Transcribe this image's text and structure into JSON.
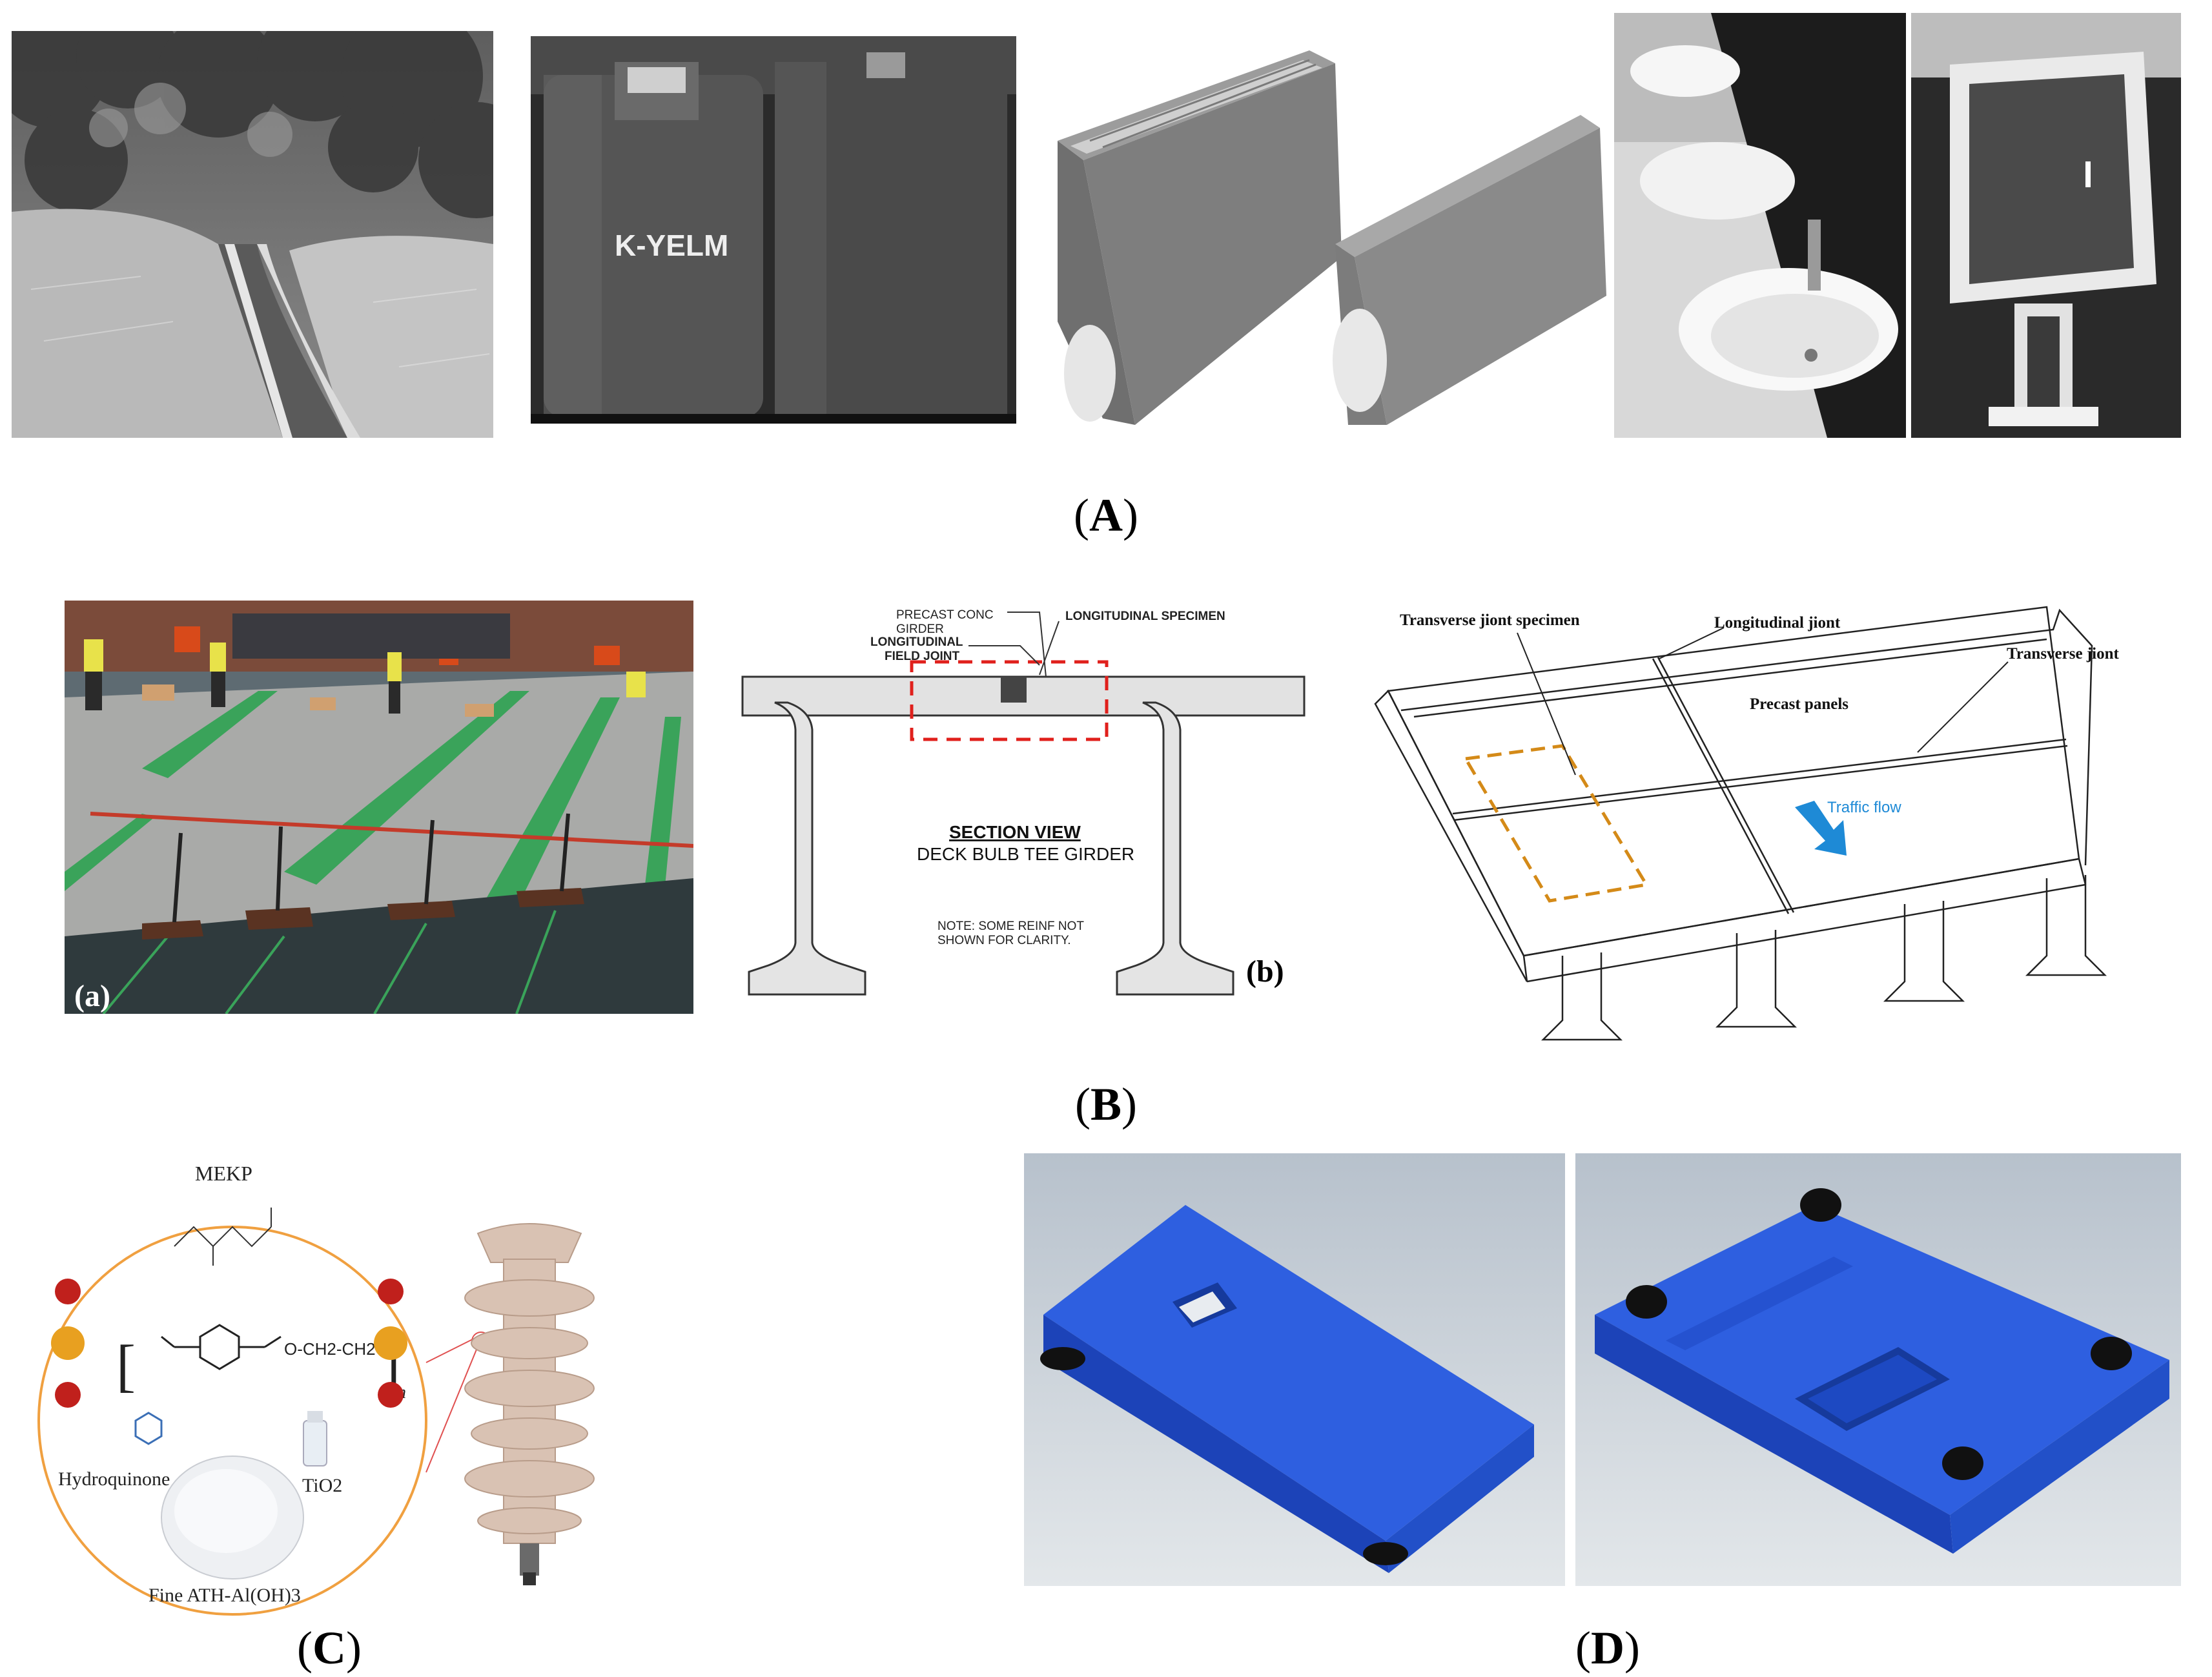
{
  "figure": {
    "panel_A": {
      "label": "A",
      "kyelm_logo": "K-YELM"
    },
    "panel_B": {
      "label": "B",
      "sub_a": "(a)",
      "sub_b": "(b)",
      "section_texts": {
        "precast_conc": "PRECAST CONC",
        "girder": "GIRDER",
        "longitudinal_specimen": "LONGITUDINAL SPECIMEN",
        "longitudinal": "LONGITUDINAL",
        "field_joint": "FIELD JOINT",
        "section_view": "SECTION VIEW",
        "deck_bulb": "DECK BULB TEE GIRDER",
        "note1": "NOTE: SOME REINF NOT",
        "note2": "SHOWN FOR CLARITY."
      },
      "iso_texts": {
        "transverse_specimen": "Transverse jiont specimen",
        "longitudinal_joint": "Longitudinal jiont",
        "transverse_joint": "Transverse jiont",
        "precast_panels": "Precast panels",
        "traffic_flow": "Traffic flow"
      }
    },
    "panel_C": {
      "label": "C",
      "mekp": "MEKP",
      "hydroquinone": "Hydroquinone",
      "tio2": "TiO2",
      "ath": "Fine ATH-Al(OH)3",
      "chain": "O-CH2-CH2",
      "n": "n"
    },
    "panel_D": {
      "label": "D"
    }
  },
  "colors": {
    "blue_part": "#1f4fd6",
    "orange_dash": "#d48a18",
    "red_dash": "#e0201c",
    "traffic_arrow": "#1e8ad6",
    "circle_orange": "#f0a040",
    "insulator": "#d9c2b3"
  }
}
